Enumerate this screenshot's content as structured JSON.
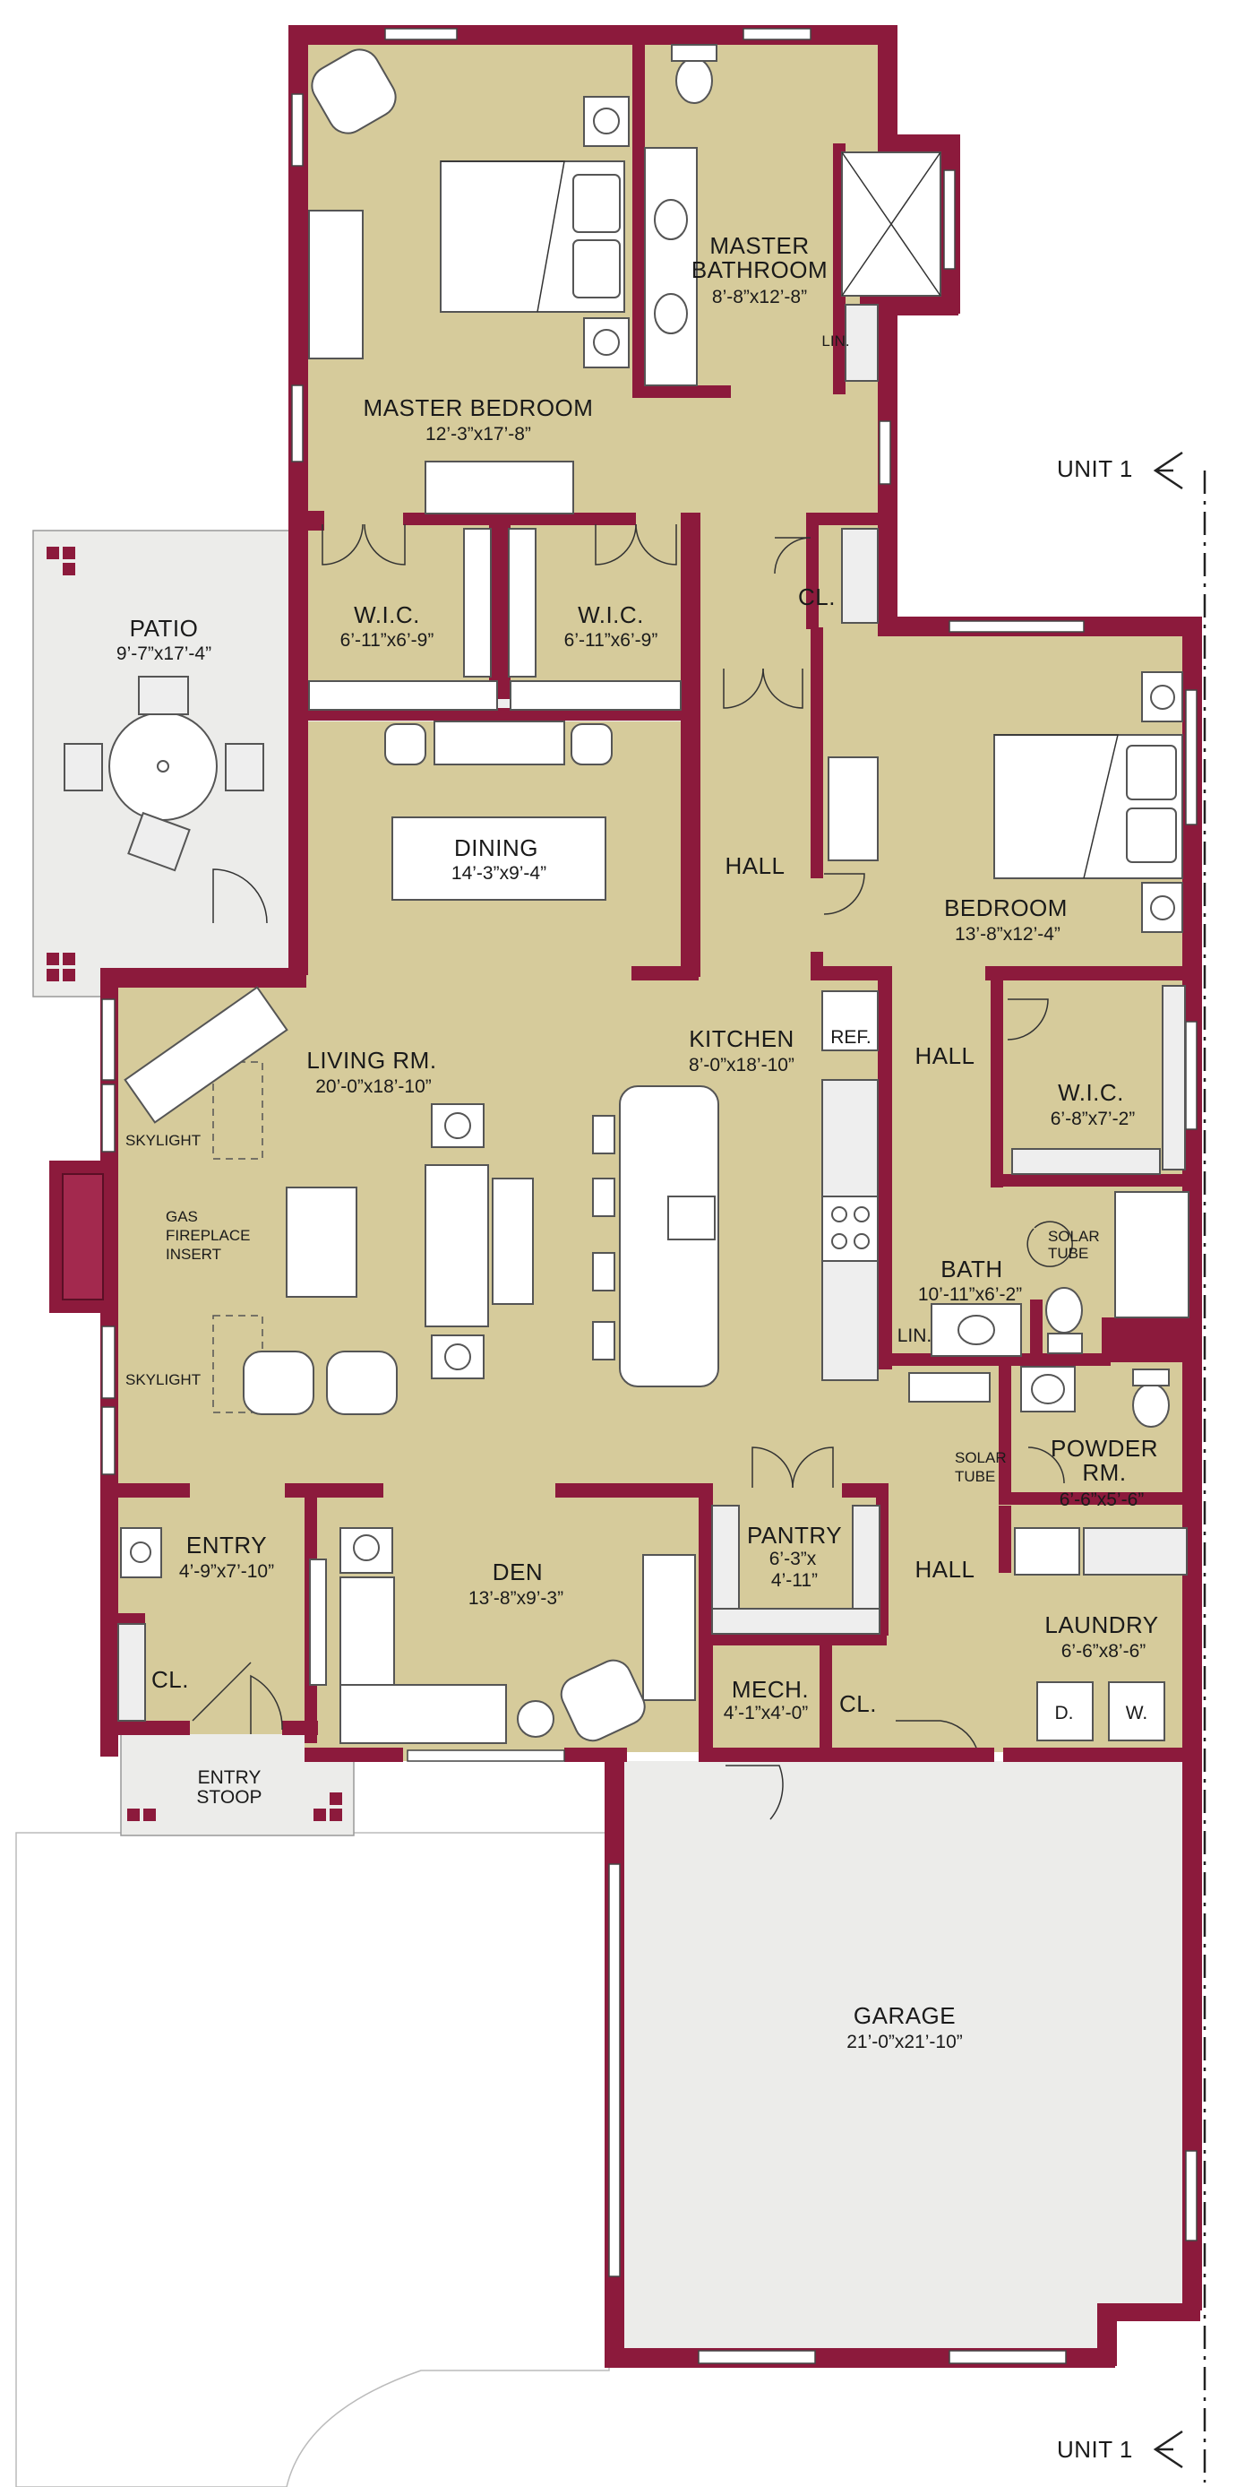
{
  "rooms": {
    "master_bedroom": {
      "name": "MASTER BEDROOM",
      "dims": "12’-3”x17’-8”"
    },
    "master_bathroom": {
      "name1": "MASTER",
      "name2": "BATHROOM",
      "dims": "8’-8”x12’-8”"
    },
    "lin_master": {
      "name": "LIN."
    },
    "wic_left": {
      "name": "W.I.C.",
      "dims": "6’-11”x6’-9”"
    },
    "wic_right": {
      "name": "W.I.C.",
      "dims": "6’-11”x6’-9”"
    },
    "cl_master": {
      "name": "CL."
    },
    "patio": {
      "name": "PATIO",
      "dims": "9’-7”x17’-4”"
    },
    "dining": {
      "name": "DINING",
      "dims": "14’-3”x9’-4”"
    },
    "hall_upper": {
      "name": "HALL"
    },
    "bedroom": {
      "name": "BEDROOM",
      "dims": "13’-8”x12’-4”"
    },
    "living": {
      "name": "LIVING RM.",
      "dims": "20’-0”x18’-10”"
    },
    "kitchen": {
      "name": "KITCHEN",
      "dims": "8’-0”x18’-10”"
    },
    "ref": {
      "name": "REF."
    },
    "hall_mid": {
      "name": "HALL"
    },
    "wic_bedroom": {
      "name": "W.I.C.",
      "dims": "6’-8”x7’-2”"
    },
    "skylight_top": {
      "name": "SKYLIGHT"
    },
    "skylight_bottom": {
      "name": "SKYLIGHT"
    },
    "fireplace": {
      "line1": "GAS",
      "line2": "FIREPLACE",
      "line3": "INSERT"
    },
    "bath": {
      "name": "BATH",
      "dims": "10’-11”x6’-2”"
    },
    "lin_bath": {
      "name": "LIN."
    },
    "solar_tube_bath": {
      "line1": "SOLAR",
      "line2": "TUBE"
    },
    "solar_tube_powder": {
      "line1": "SOLAR",
      "line2": "TUBE"
    },
    "powder": {
      "name1": "POWDER",
      "name2": "RM.",
      "dims": "6’-6”x5’-6”"
    },
    "entry": {
      "name": "ENTRY",
      "dims": "4’-9”x7’-10”"
    },
    "cl_entry": {
      "name": "CL."
    },
    "den": {
      "name": "DEN",
      "dims": "13’-8”x9’-3”"
    },
    "pantry": {
      "name": "PANTRY",
      "dims1": "6’-3”x",
      "dims2": "4’-11”"
    },
    "hall_lower": {
      "name": "HALL"
    },
    "laundry": {
      "name": "LAUNDRY",
      "dims": "6’-6”x8’-6”"
    },
    "dryer": {
      "name": "D."
    },
    "washer": {
      "name": "W."
    },
    "mech": {
      "name": "MECH.",
      "dims": "4’-1”x4’-0”"
    },
    "cl_lower": {
      "name": "CL."
    },
    "entry_stoop": {
      "name1": "ENTRY",
      "name2": "STOOP"
    },
    "garage": {
      "name": "GARAGE",
      "dims": "21’-0”x21’-10”"
    }
  },
  "unit_markers": {
    "top": "UNIT 1",
    "bottom": "UNIT 1"
  },
  "colors": {
    "wall": "#8c1a3c",
    "floor": "#d6cb9b",
    "patio": "#ececea",
    "garage": "#ececea"
  }
}
